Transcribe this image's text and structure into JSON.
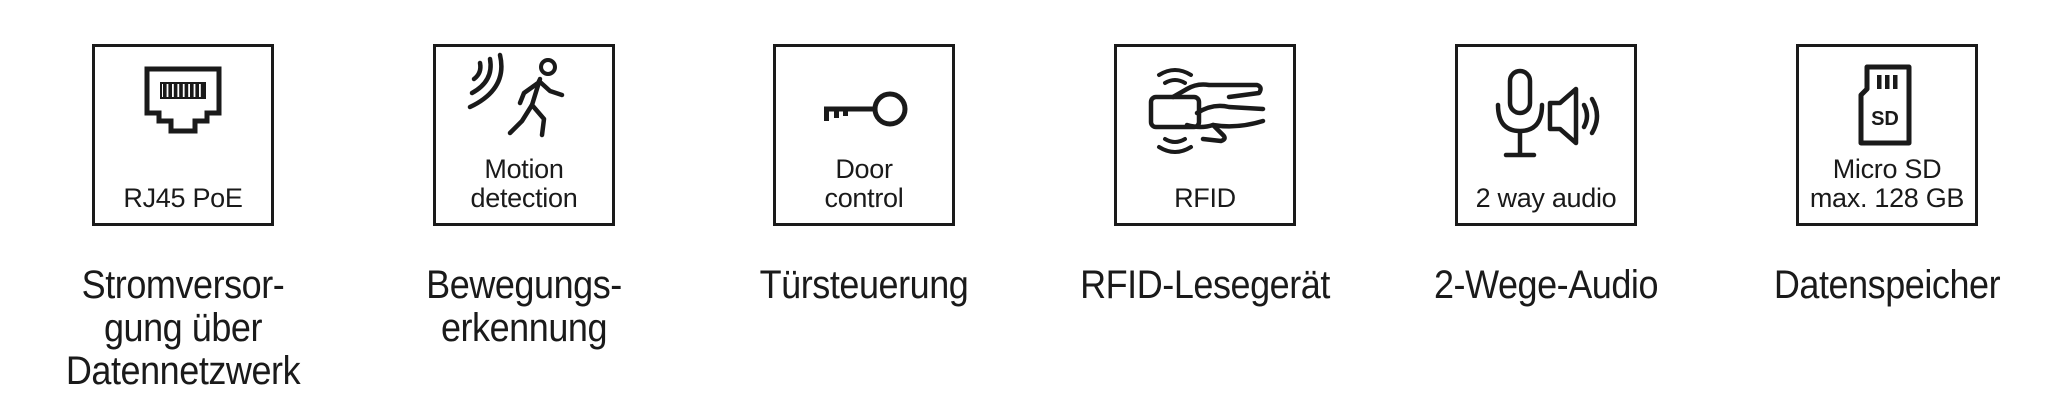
{
  "features": [
    {
      "icon": "rj45-port-icon",
      "box_label": "RJ45 PoE",
      "caption": "Stromversor-\ngung über\nDatennetzwerk"
    },
    {
      "icon": "motion-sensor-icon",
      "box_label": "Motion\ndetection",
      "caption": "Bewegungs-\nerkennung"
    },
    {
      "icon": "key-icon",
      "box_label": "Door\ncontrol",
      "caption": "Türsteuerung"
    },
    {
      "icon": "rfid-card-icon",
      "box_label": "RFID",
      "caption": "RFID-Lesegerät"
    },
    {
      "icon": "microphone-speaker-icon",
      "box_label": "2 way audio",
      "caption": "2-Wege-Audio"
    },
    {
      "icon": "sd-card-icon",
      "box_label": "Micro SD\nmax. 128 GB",
      "caption": "Datenspeicher"
    }
  ],
  "colors": {
    "stroke": "#1a1a1a",
    "background": "#ffffff"
  }
}
